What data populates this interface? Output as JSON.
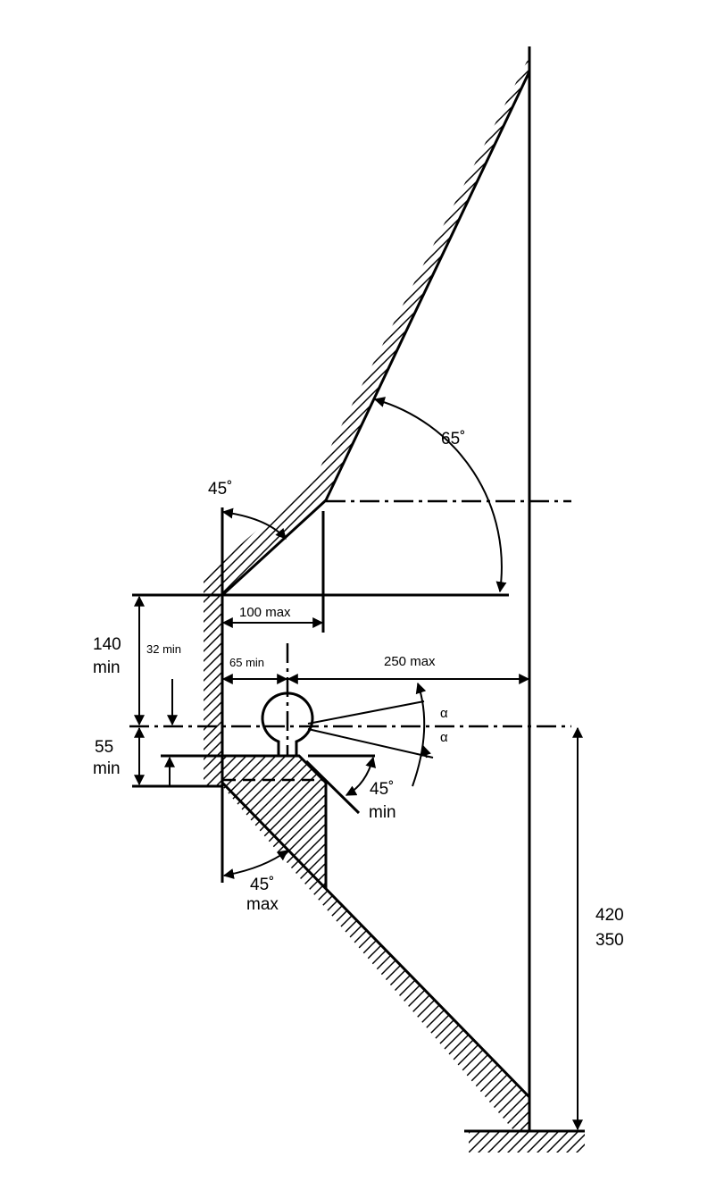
{
  "labels": {
    "angle_top": "65˚",
    "angle_upper_left": "45˚",
    "dim_100": "100 max",
    "dim_140_a": "140",
    "dim_140_b": "min",
    "dim_32": "32 min",
    "dim_65": "65 min",
    "dim_250": "250 max",
    "alpha_1": "α",
    "alpha_2": "α",
    "dim_55_a": "55",
    "dim_55_b": "min",
    "angle_mid_a": "45˚",
    "angle_mid_b": "min",
    "angle_low_a": "45˚",
    "angle_low_b": "max",
    "height_1": "420",
    "height_2": "350"
  }
}
